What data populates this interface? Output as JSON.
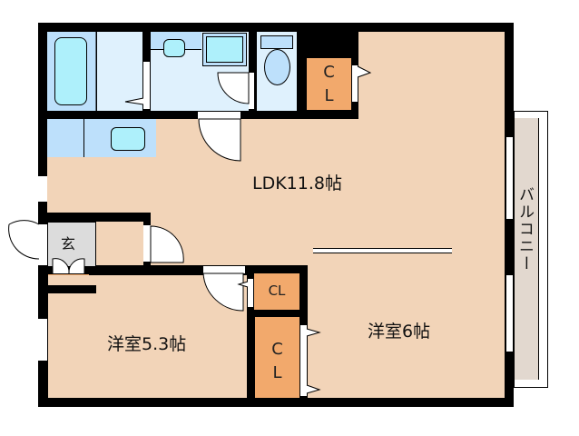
{
  "floorplan": {
    "rooms": {
      "ldk": {
        "label": "LDK11.8帖"
      },
      "western_room_1": {
        "label": "洋室5.3帖"
      },
      "western_room_2": {
        "label": "洋室6帖"
      },
      "balcony": {
        "label": "バルコニー"
      },
      "entrance": {
        "label": "玄"
      },
      "closet_top": {
        "label_line1": "C",
        "label_line2": "L"
      },
      "closet_mid": {
        "label": "CL"
      },
      "closet_bottom": {
        "label_line1": "C",
        "label_line2": "L"
      }
    },
    "colors": {
      "room_floor": "#f2d4b8",
      "wet_area": "#dff1fd",
      "wet_fixture": "#aef0fb",
      "closet": "#f2a96c",
      "entrance": "#dcdcdc",
      "balcony": "#e2d8cf",
      "wall": "#000000"
    }
  }
}
